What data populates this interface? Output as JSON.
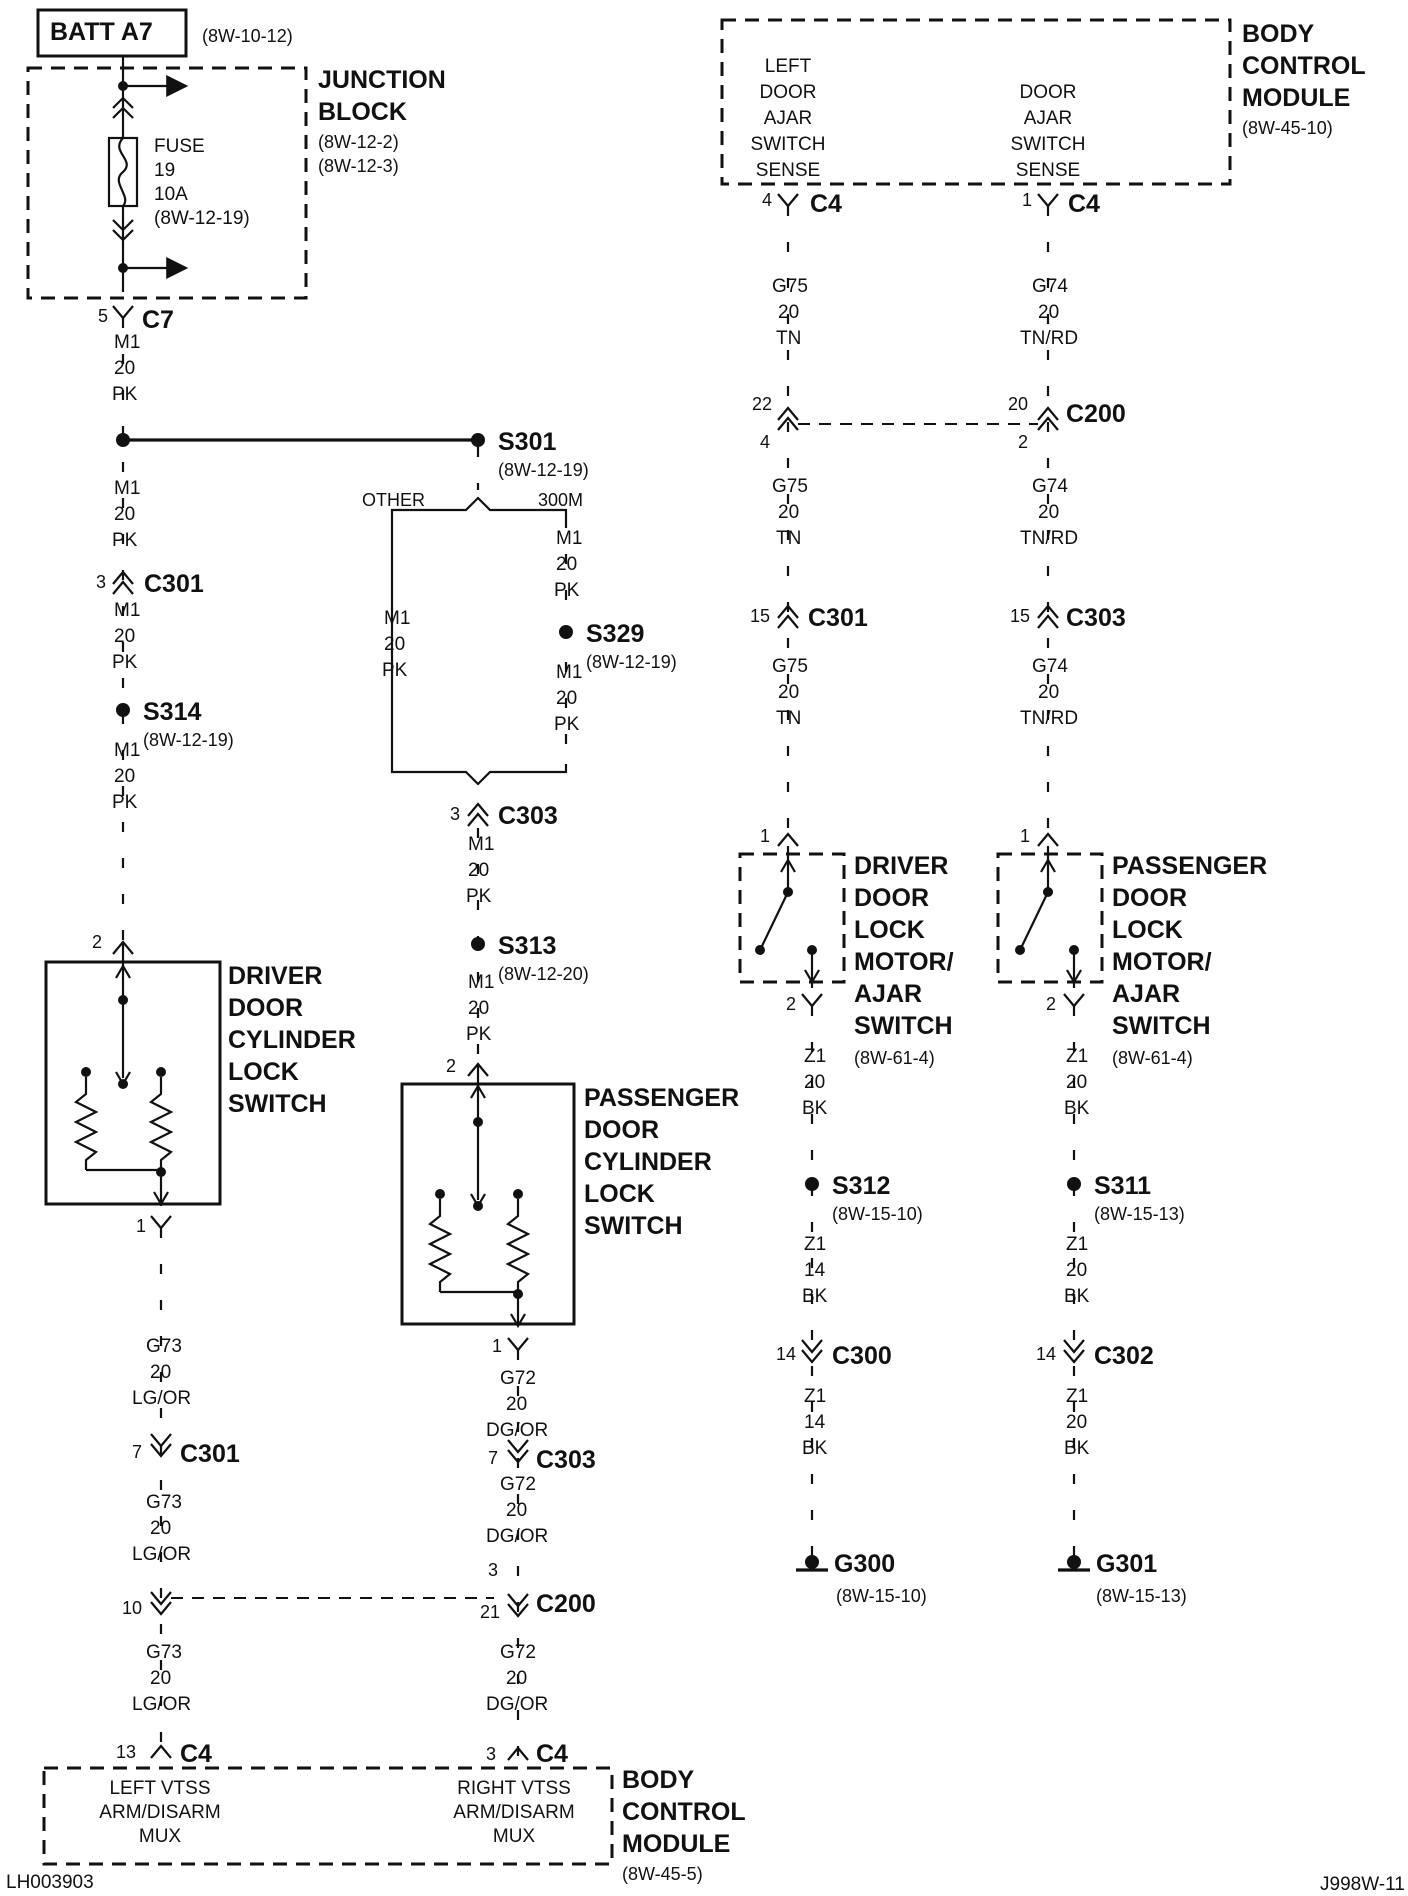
{
  "batt": {
    "label": "BATT A7",
    "ref": "(8W-10-12)"
  },
  "junction_block": {
    "title": [
      "JUNCTION",
      "BLOCK"
    ],
    "refs": [
      "(8W-12-2)",
      "(8W-12-3)"
    ],
    "fuse": [
      "FUSE",
      "19",
      "10A",
      "(8W-12-19)"
    ]
  },
  "bcm_top": {
    "title": [
      "BODY",
      "CONTROL",
      "MODULE"
    ],
    "ref": "(8W-45-10)",
    "left_sense": [
      "LEFT",
      "DOOR",
      "AJAR",
      "SWITCH",
      "SENSE"
    ],
    "right_sense": [
      "DOOR",
      "AJAR",
      "SWITCH",
      "SENSE"
    ]
  },
  "bcm_bottom": {
    "title": [
      "BODY",
      "CONTROL",
      "MODULE"
    ],
    "ref": "(8W-45-5)",
    "left": [
      "LEFT VTSS",
      "ARM/DISARM",
      "MUX"
    ],
    "right": [
      "RIGHT VTSS",
      "ARM/DISARM",
      "MUX"
    ]
  },
  "connectors": {
    "c7": {
      "name": "C7",
      "pin": "5"
    },
    "c301_a": {
      "name": "C301",
      "pin": "3"
    },
    "c303_a": {
      "name": "C303",
      "pin": "3"
    },
    "c4_l": {
      "name": "C4",
      "pin": "4"
    },
    "c4_r": {
      "name": "C4",
      "pin": "1"
    },
    "c200_t": {
      "name": "C200",
      "pin_l_top": "22",
      "pin_l_bot": "4",
      "pin_r_top": "20",
      "pin_r_bot": "2"
    },
    "c301_b": {
      "name": "C301",
      "pin": "15"
    },
    "c303_b": {
      "name": "C303",
      "pin": "15"
    },
    "c301_c": {
      "name": "C301",
      "pin": "7"
    },
    "c303_c": {
      "name": "C303",
      "pin": "7"
    },
    "c200_b": {
      "name": "C200",
      "pin_l": "10",
      "pin_r_top": "3",
      "pin_r_bot": "21"
    },
    "c4_bl": {
      "name": "C4",
      "pin": "13"
    },
    "c4_br": {
      "name": "C4",
      "pin": "3"
    },
    "c300": {
      "name": "C300",
      "pin": "14"
    },
    "c302": {
      "name": "C302",
      "pin": "14"
    }
  },
  "splices": {
    "s301": {
      "name": "S301",
      "ref": "(8W-12-19)"
    },
    "s314": {
      "name": "S314",
      "ref": "(8W-12-19)"
    },
    "s329": {
      "name": "S329",
      "ref": "(8W-12-19)"
    },
    "s313": {
      "name": "S313",
      "ref": "(8W-12-20)"
    },
    "s312": {
      "name": "S312",
      "ref": "(8W-15-10)"
    },
    "s311": {
      "name": "S311",
      "ref": "(8W-15-13)"
    }
  },
  "grounds": {
    "g300": {
      "name": "G300",
      "ref": "(8W-15-10)"
    },
    "g301": {
      "name": "G301",
      "ref": "(8W-15-13)"
    }
  },
  "options": {
    "other": "OTHER",
    "m300": "300M"
  },
  "wires": {
    "m1_pk": [
      "M1",
      "20",
      "PK"
    ],
    "g75": [
      "G75",
      "20",
      "TN"
    ],
    "g74": [
      "G74",
      "20",
      "TN/RD"
    ],
    "g73": [
      "G73",
      "20",
      "LG/OR"
    ],
    "g72": [
      "G72",
      "20",
      "DG/OR"
    ],
    "z1_20": [
      "Z1",
      "20",
      "BK"
    ],
    "z1_14": [
      "Z1",
      "14",
      "BK"
    ]
  },
  "switches": {
    "driver_cyl": {
      "title": [
        "DRIVER",
        "DOOR",
        "CYLINDER",
        "LOCK",
        "SWITCH"
      ],
      "pin_top": "2",
      "pin_bot": "1"
    },
    "pass_cyl": {
      "title": [
        "PASSENGER",
        "DOOR",
        "CYLINDER",
        "LOCK",
        "SWITCH"
      ],
      "pin_top": "2",
      "pin_bot": "1"
    },
    "driver_motor": {
      "title": [
        "DRIVER",
        "DOOR",
        "LOCK",
        "MOTOR/",
        "AJAR",
        "SWITCH"
      ],
      "ref": "(8W-61-4)",
      "pin_top": "1",
      "pin_bot": "2"
    },
    "pass_motor": {
      "title": [
        "PASSENGER",
        "DOOR",
        "LOCK",
        "MOTOR/",
        "AJAR",
        "SWITCH"
      ],
      "ref": "(8W-61-4)",
      "pin_top": "1",
      "pin_bot": "2"
    }
  },
  "footer": {
    "left": "LH003903",
    "right": "J998W-11"
  }
}
